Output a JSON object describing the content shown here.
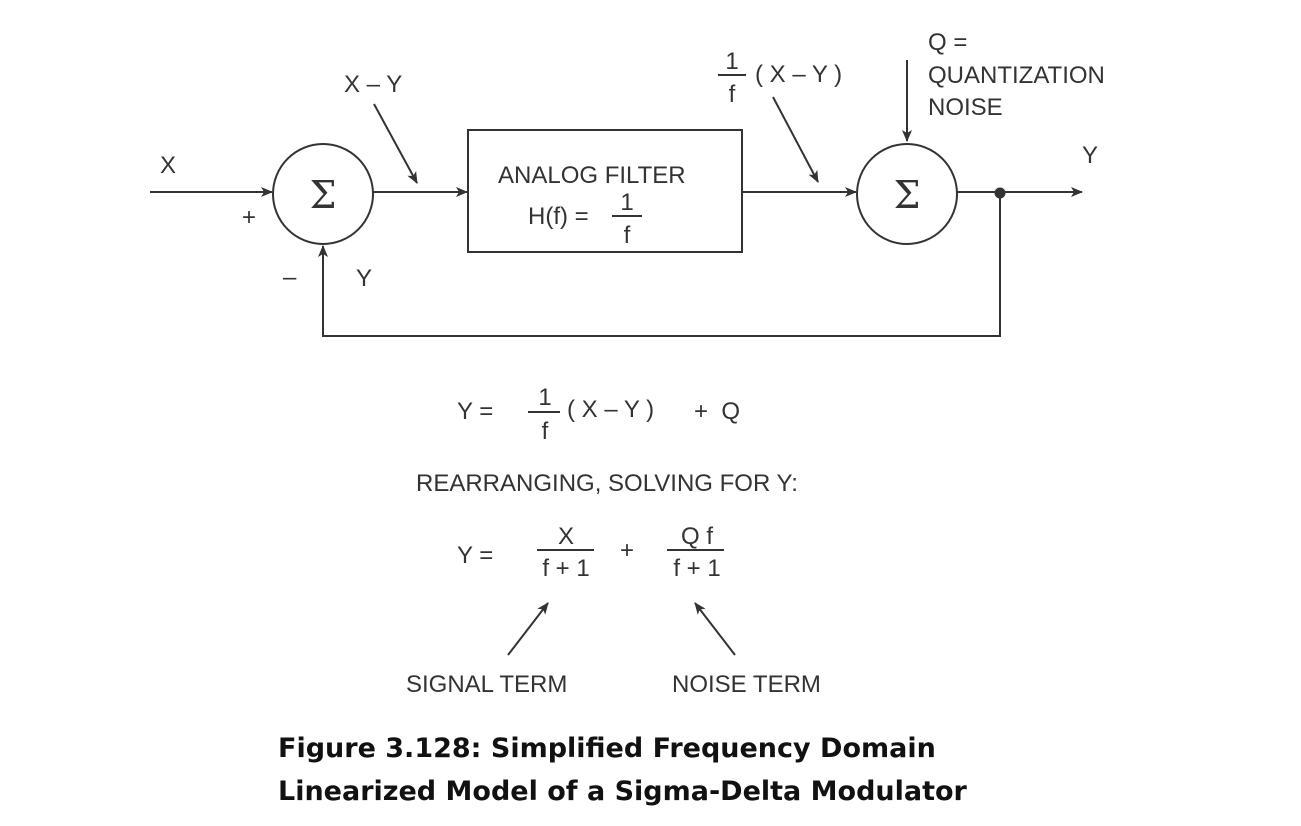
{
  "diagram": {
    "input_label": "X",
    "plus_sign": "+",
    "minus_sign": "–",
    "feedback_label": "Y",
    "sigma_symbol": "Σ",
    "difference_label": "X – Y",
    "filter": {
      "title": "ANALOG FILTER",
      "transfer_prefix": "H(f) =",
      "numerator": "1",
      "denominator": "f"
    },
    "filtered_label": {
      "numerator": "1",
      "denominator": "f",
      "expression": "( X – Y )"
    },
    "noise_label": [
      "Q =",
      "QUANTIZATION",
      "NOISE"
    ],
    "output_label": "Y"
  },
  "equations": {
    "eq1": {
      "lhs": "Y =",
      "numerator": "1",
      "denominator": "f",
      "expression": "( X – Y )",
      "tail": "+  Q"
    },
    "rearranging": "REARRANGING, SOLVING FOR Y:",
    "eq2": {
      "lhs": "Y =",
      "term1_numerator": "X",
      "term1_denominator": "f + 1",
      "plus": "+",
      "term2_numerator": "Q f",
      "term2_denominator": "f + 1"
    },
    "signal_term": "SIGNAL TERM",
    "noise_term": "NOISE TERM"
  },
  "caption": {
    "line1": "Figure 3.128: Simplified Frequency Domain",
    "line2": "Linearized Model of a Sigma-Delta Modulator"
  }
}
